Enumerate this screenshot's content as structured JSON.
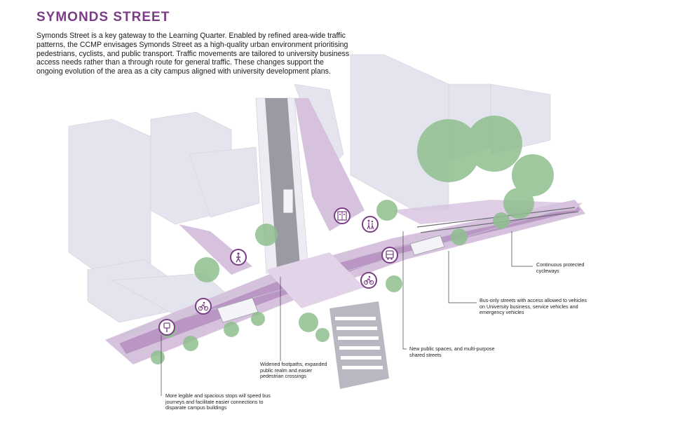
{
  "title": "SYMONDS STREET",
  "intro": "Symonds Street is a key gateway to the Learning Quarter. Enabled by refined area-wide traffic patterns, the CCMP envisages Symonds Street as a high-quality urban environment prioritising pedestrians, cyclists, and public transport. Traffic movements are tailored to university business access needs rather than a through route for general traffic. These changes support the ongoing evolution of the area as a city campus aligned with university development plans.",
  "callouts": {
    "cycleways": "Continuous protected cycleways",
    "bus_only": "Bus-only streets with access allowed to vehicles on University business, service vehicles and emergency vehicles",
    "public_spaces": "New public spaces, and multi-purpose shared streets",
    "footpaths": "Widened footpaths, expanded public realm and easier pedestrian crossings",
    "stops": "More legible and spacious stops will speed bus journeys and facilitate easier connections to disparate campus buildings"
  },
  "icons": [
    "pedestrian-icon",
    "cyclist-icon",
    "bus-stop-icon",
    "bus-icon",
    "people-walking-icon",
    "elevator-icon"
  ],
  "colors": {
    "accent": "#7a3d86",
    "street": "#d7c2de",
    "street_dark": "#b996c4",
    "building": "#e4e4ee",
    "tree": "#8fbf8f"
  }
}
